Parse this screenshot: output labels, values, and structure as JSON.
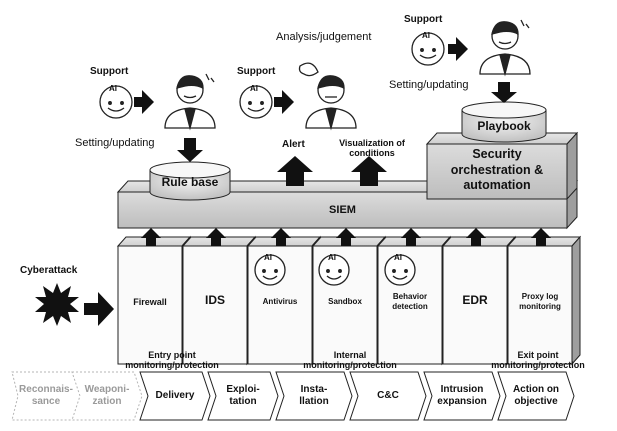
{
  "people": {
    "support_label": "Support",
    "ai_label": "AI",
    "analysis": "Analysis/judgement",
    "setting_left": "Setting/updating",
    "setting_right": "Setting/updating"
  },
  "outputs": {
    "alert": "Alert",
    "visualization_line1": "Visualization of",
    "visualization_line2": "conditions"
  },
  "stores": {
    "rule_base": "Rule base",
    "playbook": "Playbook"
  },
  "soar": {
    "line1": "Security",
    "line2": "orchestration &",
    "line3": "automation"
  },
  "siem": "SIEM",
  "cyberattack": "Cyberattack",
  "tools": [
    "Firewall",
    "IDS",
    "Antivirus",
    "Sandbox",
    "Behavior detection",
    "EDR",
    "Proxy log monitoring"
  ],
  "zones": {
    "entry_line1": "Entry point",
    "entry_line2": "monitoring/protection",
    "internal_line1": "Internal",
    "internal_line2": "monitoring/protection",
    "exit_line1": "Exit point",
    "exit_line2": "monitoring/protection"
  },
  "kill_chain": [
    {
      "line1": "Reconnais-",
      "line2": "sance",
      "dimmed": true
    },
    {
      "line1": "Weaponi-",
      "line2": "zation",
      "dimmed": true
    },
    {
      "line1": "Delivery",
      "line2": "",
      "dimmed": false
    },
    {
      "line1": "Exploi-",
      "line2": "tation",
      "dimmed": false
    },
    {
      "line1": "Insta-",
      "line2": "llation",
      "dimmed": false
    },
    {
      "line1": "C&C",
      "line2": "",
      "dimmed": false
    },
    {
      "line1": "Intrusion",
      "line2": "expansion",
      "dimmed": false
    },
    {
      "line1": "Action on",
      "line2": "objective",
      "dimmed": false
    }
  ]
}
